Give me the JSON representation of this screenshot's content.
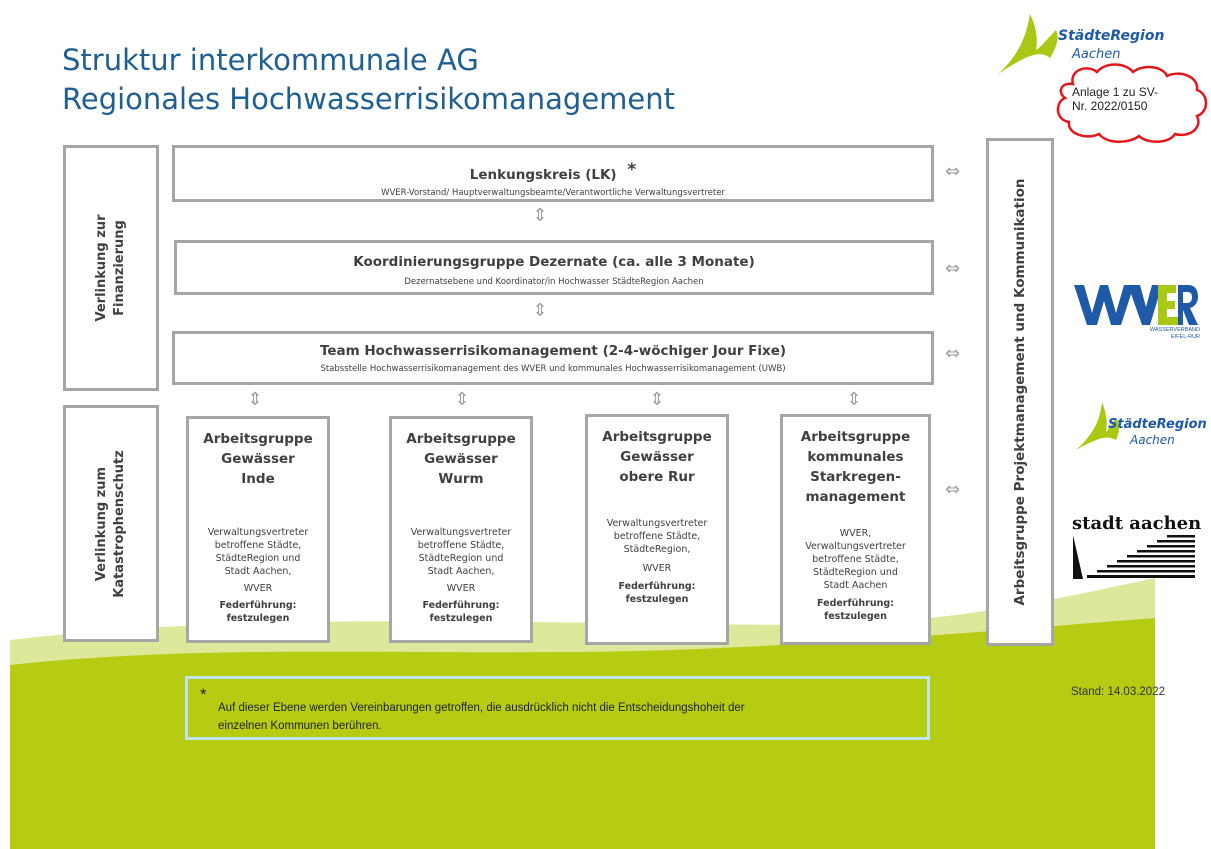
{
  "title": {
    "line1": "Struktur interkommunale AG",
    "line2": "Regionales Hochwasserrisikomanagement"
  },
  "stamp": {
    "brand": "StädteRegion Aachen",
    "cloud_text_line1": "Anlage 1 zu SV-",
    "cloud_text_line2": "Nr. 2022/0150"
  },
  "left_boxes": {
    "finanzierung": {
      "line1": "Verlinkung zur",
      "line2": "Finanzierung"
    },
    "katastrophenschutz": {
      "line1": "Verlinkung zum",
      "line2": "Katastrophenschutz"
    }
  },
  "right_box": {
    "label": "Arbeitsgruppe Projektmanagement und Kommunikation"
  },
  "levels": {
    "lenkungskreis": {
      "title": "Lenkungskreis (LK)",
      "star": "*",
      "subtitle": "WVER-Vorstand/ Hauptverwaltungsbeamte/Verantwortliche Verwaltungsvertreter"
    },
    "koordinierung": {
      "title": "Koordinierungsgruppe Dezernate (ca. alle 3 Monate)",
      "subtitle": "Dezernatsebene und Koordinator/in  Hochwasser StädteRegion Aachen"
    },
    "team": {
      "title": "Team Hochwasserrisikomanagement (2-4-wöchiger Jour Fixe)",
      "subtitle": "Stabsstelle Hochwasserrisikomanagement des WVER und kommunales Hochwasserrisikomanagement (UWB)"
    }
  },
  "working_groups": [
    {
      "title_lines": [
        "Arbeitsgruppe",
        "Gewässer",
        "Inde"
      ],
      "members": [
        "Verwaltungsvertreter",
        "betroffene Städte,",
        "StädteRegion und",
        "Stadt Aachen,",
        "WVER"
      ],
      "lead_label": "Federführung:",
      "lead_value": "festzulegen"
    },
    {
      "title_lines": [
        "Arbeitsgruppe",
        "Gewässer",
        "Wurm"
      ],
      "members": [
        "Verwaltungsvertreter",
        "betroffene Städte,",
        "StädteRegion und",
        "Stadt Aachen,",
        "WVER"
      ],
      "lead_label": "Federführung:",
      "lead_value": "festzulegen"
    },
    {
      "title_lines": [
        "Arbeitsgruppe",
        "Gewässer",
        "obere Rur"
      ],
      "members": [
        "Verwaltungsvertreter",
        "betroffene Städte,",
        "StädteRegion,",
        "",
        "WVER"
      ],
      "lead_label": "Federführung:",
      "lead_value": "festzulegen"
    },
    {
      "title_lines": [
        "Arbeitsgruppe",
        "kommunales",
        "Starkregen-",
        "management"
      ],
      "members": [
        "WVER,",
        "Verwaltungsvertreter",
        "betroffene Städte,",
        "StädteRegion und",
        "Stadt Aachen"
      ],
      "lead_label": "Federführung:",
      "lead_value": "festzulegen"
    }
  ],
  "logos": {
    "wver_main": "WVER",
    "wver_sub1": "WASSERVERBAND",
    "wver_sub2": "EIFEL-RUR",
    "staedteregion_line1": "StädteRegion",
    "staedteregion_line2": "Aachen",
    "stadt_aachen": "stadt aachen"
  },
  "footnote": {
    "star": "*",
    "line1": "Auf dieser Ebene werden Vereinbarungen getroffen, die ausdrücklich nicht die Entscheidungshoheit der",
    "line2": "einzelnen Kommunen berühren."
  },
  "date": "Stand: 14.03.2022",
  "icons": {
    "arrow_vertical": "⇕",
    "arrow_horizontal": "⇔"
  },
  "colors": {
    "title_blue": "#1f5f93",
    "green_dark": "#b5cc12",
    "green_light": "#dde89a",
    "box_border": "#a6a6a6",
    "logo_blue": "#1e5aa8",
    "logo_green": "#a8c814"
  }
}
